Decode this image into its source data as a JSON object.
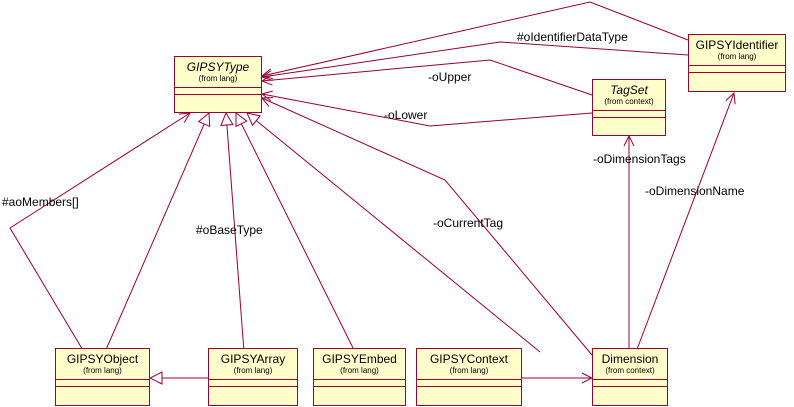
{
  "classes": {
    "gipsy_type": {
      "name": "GIPSYType",
      "package": "(from lang)"
    },
    "gipsy_identifier": {
      "name": "GIPSYIdentifier",
      "package": "(from lang)"
    },
    "tag_set": {
      "name": "TagSet",
      "package": "(from context)"
    },
    "gipsy_object": {
      "name": "GIPSYObject",
      "package": "(from lang)"
    },
    "gipsy_array": {
      "name": "GIPSYArray",
      "package": "(from lang)"
    },
    "gipsy_embed": {
      "name": "GIPSYEmbed",
      "package": "(from lang)"
    },
    "gipsy_context": {
      "name": "GIPSYContext",
      "package": "(from lang)"
    },
    "dimension": {
      "name": "Dimension",
      "package": "(from context)"
    }
  },
  "labels": {
    "o_identifier_data_type": "#oIdentifierDataType",
    "o_upper": "-oUpper",
    "o_lower": "-oLower",
    "o_dimension_tags": "-oDimensionTags",
    "o_dimension_name": "-oDimensionName",
    "ao_members": "#aoMembers[]",
    "o_base_type": "#oBaseType",
    "o_current_tag": "-oCurrentTag"
  },
  "colors": {
    "line": "#990033",
    "fill": "#ffffcc"
  }
}
